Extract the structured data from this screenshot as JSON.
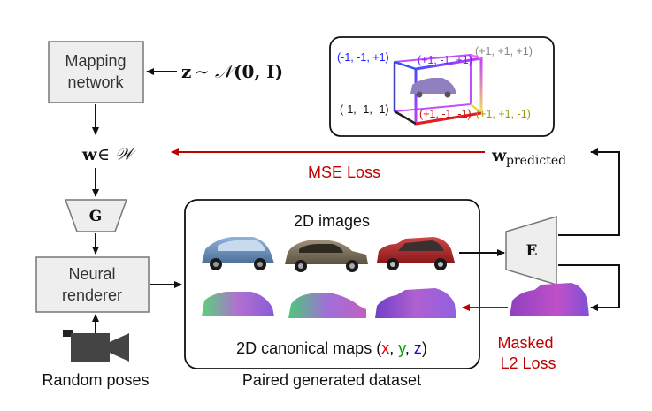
{
  "colors": {
    "block_fill": "#eeeeee",
    "block_stroke": "#777777",
    "red": "#c00000",
    "x_red": "#e00000",
    "y_green": "#00a000",
    "z_blue": "#1010d0",
    "dark": "#111111"
  },
  "mapping_network": {
    "line1": "Mapping",
    "line2": "network"
  },
  "latent_z": {
    "var": "z",
    "sim": "∼",
    "dist": "𝒩",
    "args": "(0, I)"
  },
  "w_space": {
    "var": "w",
    "in": "∈",
    "space": "𝒲"
  },
  "generator": {
    "label": "G"
  },
  "neural_renderer": {
    "line1": "Neural",
    "line2": "renderer"
  },
  "random_poses": {
    "label": "Random poses"
  },
  "dataset": {
    "images_title": "2D images",
    "maps_prefix": "2D canonical maps (",
    "x": "x",
    "sep1": ", ",
    "y": "y",
    "sep2": ", ",
    "z": "z",
    "maps_suffix": ")",
    "caption": "Paired generated dataset"
  },
  "encoder": {
    "label": "E"
  },
  "w_predicted": {
    "var": "w",
    "sub": "predicted"
  },
  "mse_loss": {
    "label": "MSE Loss"
  },
  "masked_loss": {
    "line1": "Masked",
    "line2": "L2 Loss"
  },
  "cube_labels": {
    "tl": "(-1, -1, +1)",
    "tm": "(+1, -1, +1)",
    "tr": "(+1, +1, +1)",
    "bl": "(-1, -1, -1)",
    "bm": "(+1, -1, -1)",
    "br": "(+1, +1, -1)"
  }
}
